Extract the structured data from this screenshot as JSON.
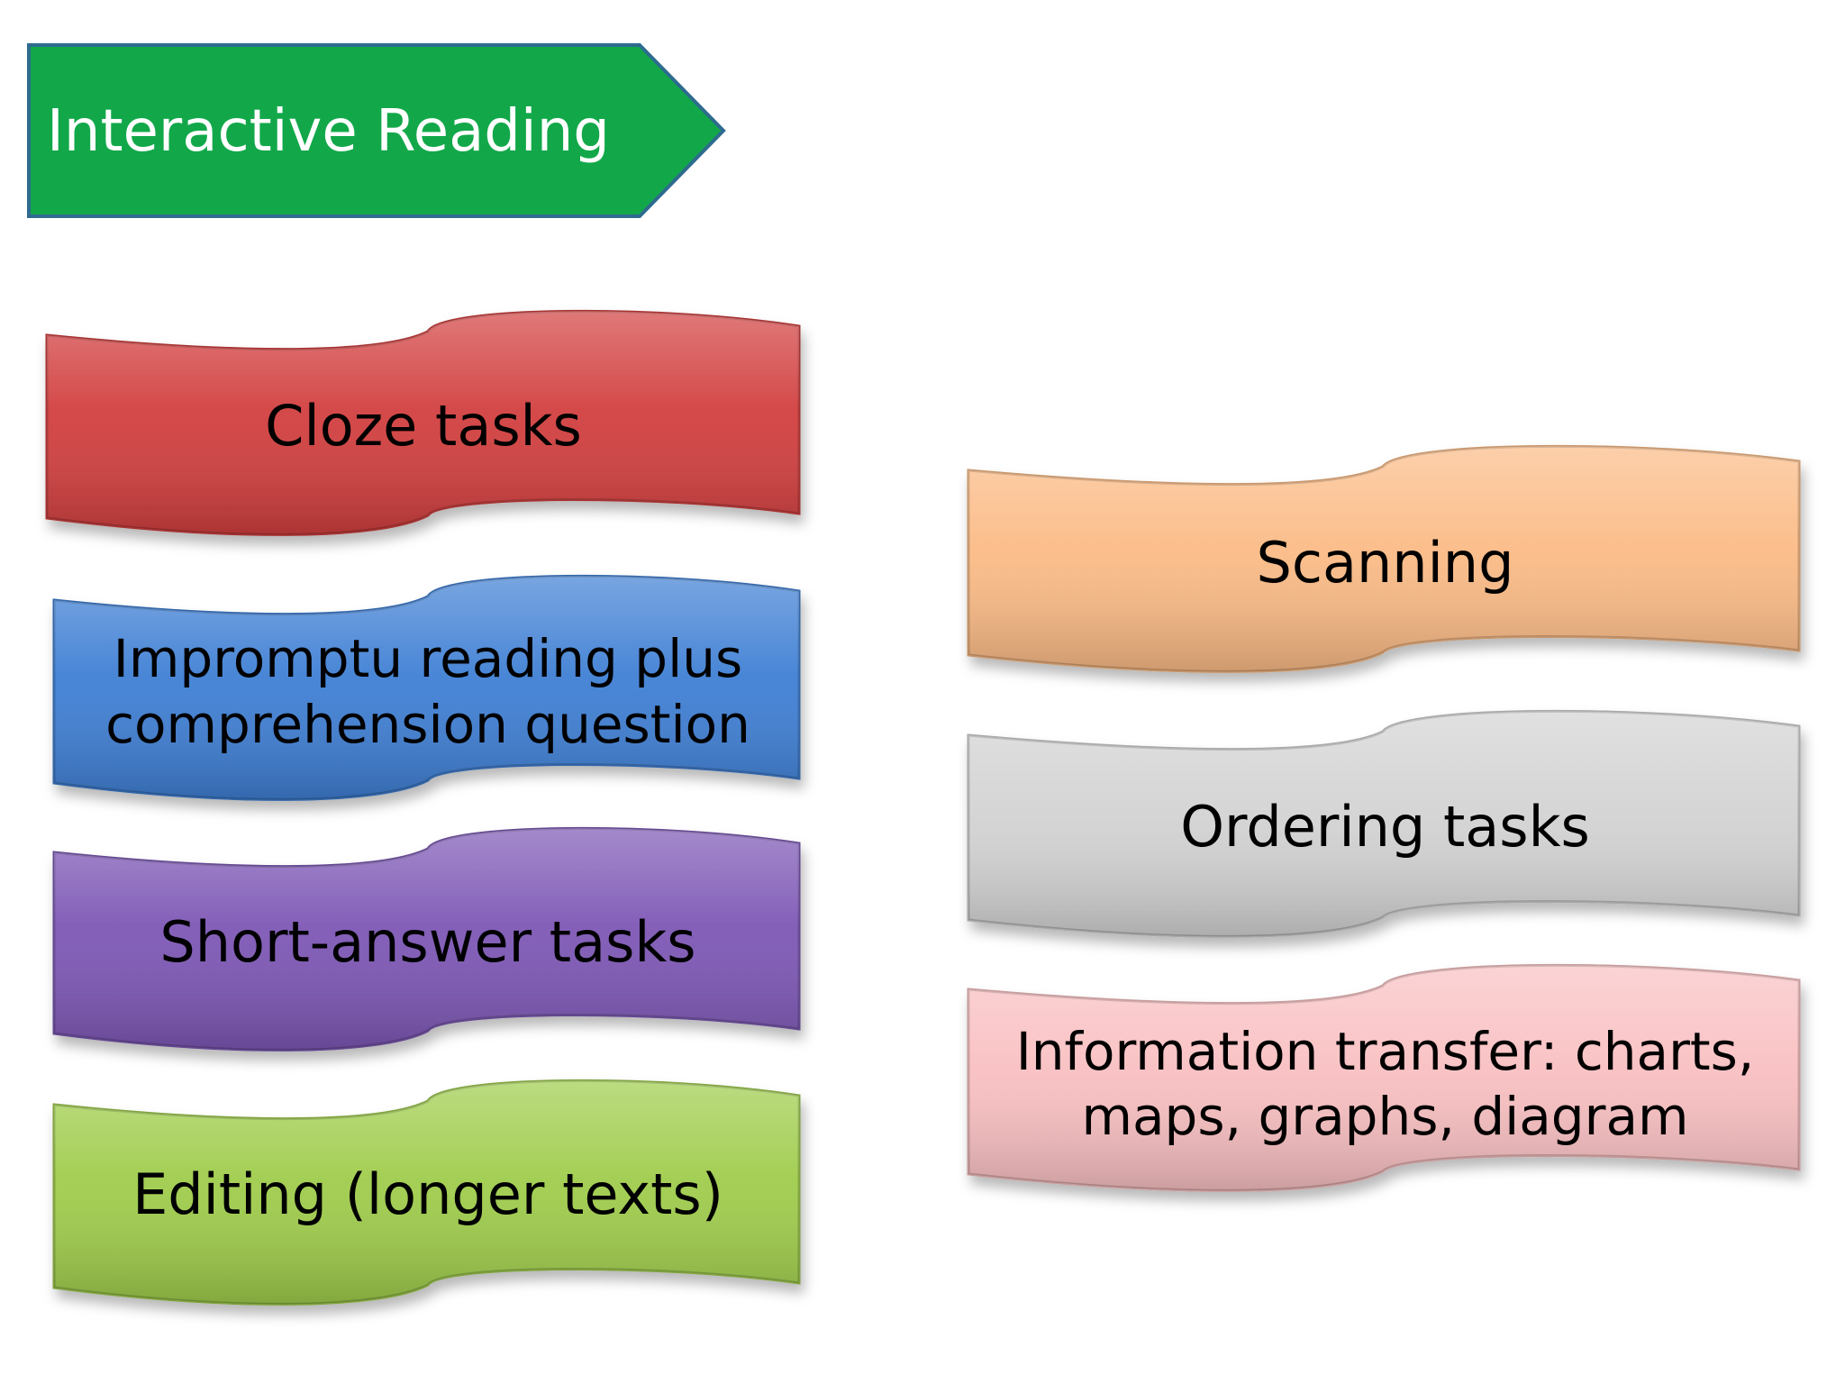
{
  "title": {
    "text": "Interactive Reading",
    "color": "#12a84a"
  },
  "left_column": [
    {
      "label": "Cloze tasks",
      "color": "#d23f3f"
    },
    {
      "label": "Impromptu reading plus comprehension question",
      "color": "#3f7fd4"
    },
    {
      "label": "Short-answer tasks",
      "color": "#7d57b5"
    },
    {
      "label": "Editing (longer texts)",
      "color": "#9fcc4b"
    }
  ],
  "right_column": [
    {
      "label": "Scanning",
      "color": "#fbbb86"
    },
    {
      "label": "Ordering tasks",
      "color": "#d3d3d3"
    },
    {
      "label": "Information transfer: charts, maps, graphs, diagram",
      "color": "#f9c0c2"
    }
  ]
}
